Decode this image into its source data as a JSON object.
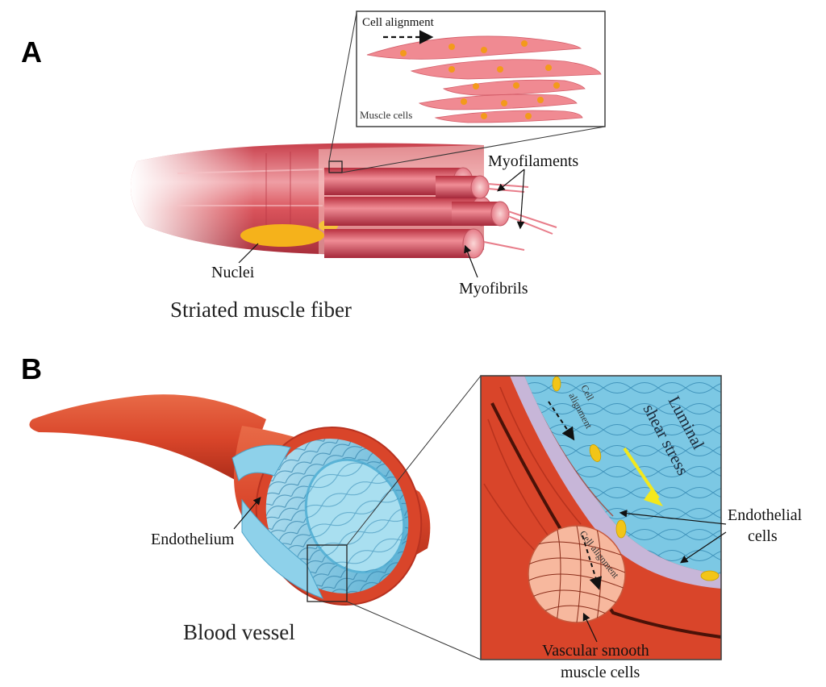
{
  "panels": {
    "a": {
      "letter": "A",
      "title": "Striated muscle fiber",
      "labels": {
        "nuclei": "Nuclei",
        "myofilaments": "Myofilaments",
        "myofibrils": "Myofibrils"
      },
      "inset": {
        "cell_alignment": "Cell alignment",
        "muscle_cells": "Muscle cells"
      }
    },
    "b": {
      "letter": "B",
      "title": "Blood vessel",
      "labels": {
        "endothelium": "Endothelium",
        "endothelial_cells_1": "Endothelial",
        "endothelial_cells_2": "cells",
        "vsmc_1": "Vascular smooth",
        "vsmc_2": "muscle cells"
      },
      "inset": {
        "cell_alignment_1": "Cell",
        "cell_alignment_2": "alignment",
        "cell_alignment_circle": "Cell alignment",
        "luminal_1": "Luminal",
        "luminal_2": "shear stress"
      }
    }
  },
  "colors": {
    "muscle": "#d9535b",
    "muscle_light": "#f2a6a8",
    "nucleus": "#f5b21b",
    "vessel": "#d9452a",
    "endothelium": "#7cc8e4",
    "membrane": "#c7b6d8",
    "shear_arrow": "#f3e81c"
  }
}
